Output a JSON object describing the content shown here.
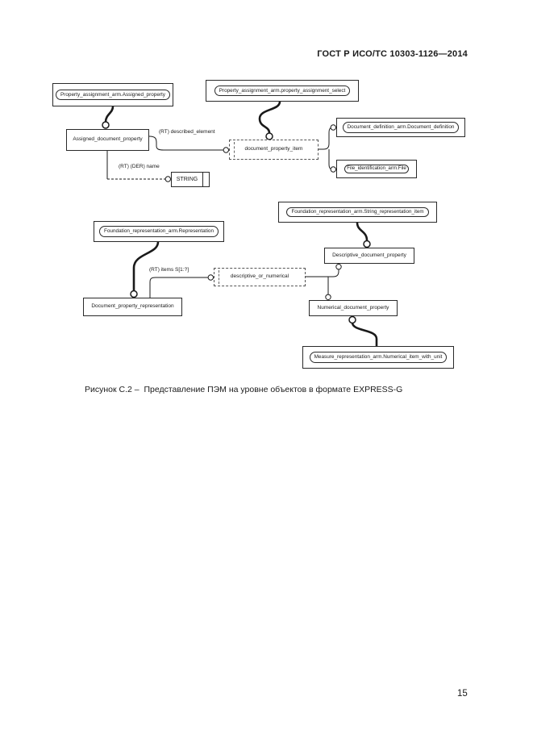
{
  "page": {
    "header": "ГОСТ Р ИСО/ТС 10303-1126—2014",
    "page_number": "15",
    "caption": "Рисунок С.2 –  Представление ПЭМ на уровне объектов в формате EXPRESS-G"
  },
  "colors": {
    "ink": "#1a1a1a"
  },
  "diagram": {
    "notation": "EXPRESS-G",
    "nodes": {
      "assigned_property_ref": "Property_assignment_arm.Assigned_property",
      "property_assignment_select_ref": "Property_assignment_arm.property_assignment_select",
      "assigned_document_property": "Assigned_document_property",
      "document_property_item": "document_property_item",
      "document_definition_ref": "Document_definition_arm.Document_definition",
      "file_ref": "File_identification_arm.File",
      "string_type": "STRING",
      "representation_ref": "Foundation_representation_arm.Representation",
      "string_representation_item_ref": "Foundation_representation_arm.String_representation_item",
      "descriptive_document_property": "Descriptive_document_property",
      "descriptive_or_numerical": "descriptive_or_numerical",
      "document_property_representation": "Document_property_representation",
      "numerical_document_property": "Numerical_document_property",
      "numerical_item_with_unit_ref": "Measure_representation_arm.Numerical_item_with_unit"
    },
    "edge_labels": {
      "described_element": "(RT) described_element",
      "name": "(RT) (DER) name",
      "items": "(RT) items S[1:?]"
    },
    "edges": [
      {
        "type": "subtype",
        "from": "Property_assignment_arm.Assigned_property",
        "to": "Assigned_document_property"
      },
      {
        "type": "subtype",
        "from": "Property_assignment_arm.property_assignment_select",
        "to": "document_property_item"
      },
      {
        "type": "attribute",
        "label": "(RT) described_element",
        "from": "Assigned_document_property",
        "to": "document_property_item"
      },
      {
        "type": "attribute",
        "label": "(RT) (DER) name",
        "from": "Assigned_document_property",
        "to": "STRING"
      },
      {
        "type": "select-member",
        "from": "document_property_item",
        "to": "Document_definition_arm.Document_definition"
      },
      {
        "type": "select-member",
        "from": "document_property_item",
        "to": "File_identification_arm.File"
      },
      {
        "type": "subtype",
        "from": "Foundation_representation_arm.Representation",
        "to": "Document_property_representation"
      },
      {
        "type": "attribute",
        "label": "(RT) items S[1:?]",
        "from": "Document_property_representation",
        "to": "descriptive_or_numerical"
      },
      {
        "type": "select-member",
        "from": "descriptive_or_numerical",
        "to": "Descriptive_document_property"
      },
      {
        "type": "select-member",
        "from": "descriptive_or_numerical",
        "to": "Numerical_document_property"
      },
      {
        "type": "subtype",
        "from": "Foundation_representation_arm.String_representation_item",
        "to": "Descriptive_document_property"
      },
      {
        "type": "subtype",
        "from": "Measure_representation_arm.Numerical_item_with_unit",
        "to": "Numerical_document_property"
      }
    ]
  }
}
